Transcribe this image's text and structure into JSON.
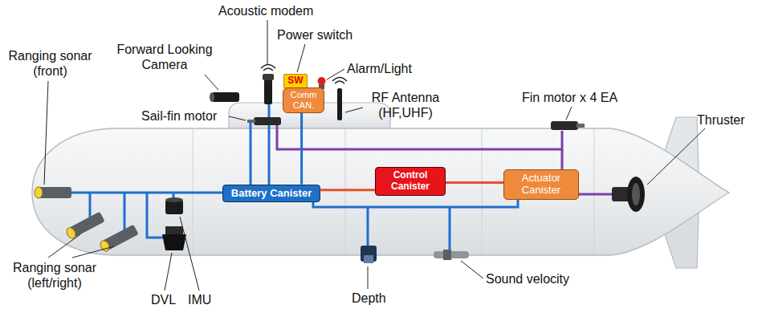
{
  "diagram": {
    "nodes": [
      {
        "text": [
          "SW"
        ]
      },
      {
        "text": [
          "Comm CAN."
        ]
      },
      {
        "text": [
          "Battery Canister"
        ]
      },
      {
        "text": [
          "Control Canister"
        ]
      },
      {
        "text": [
          "Actuator Canister"
        ]
      }
    ],
    "edges": [
      {
        "from": 1,
        "to": 2,
        "arrow": "none"
      },
      {
        "from": 2,
        "to": 3,
        "arrow": "none"
      },
      {
        "from": 3,
        "to": 4,
        "arrow": "none"
      }
    ],
    "labels": [
      "Acoustic modem",
      "Power switch",
      "Forward Looking Camera",
      "Alarm/Light",
      "RF Antenna (HF,UHF)",
      "Sail-fin motor",
      "Fin motor x 4 EA",
      "Thruster",
      "Ranging sonar (front)",
      "Ranging sonar (left/right)",
      "Sound velocity",
      "Depth",
      "DVL",
      "IMU"
    ]
  }
}
